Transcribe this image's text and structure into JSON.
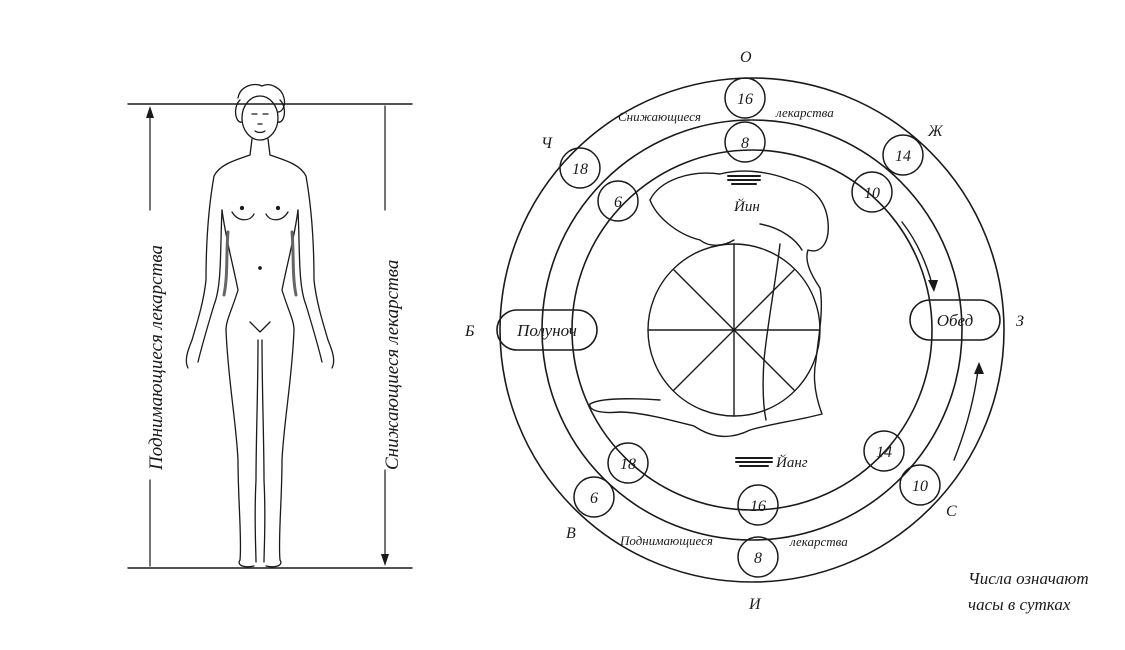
{
  "left_figure": {
    "rising_label": "Поднимающиеся  лекарства",
    "falling_label": "Снижающиеся лекарства"
  },
  "clock": {
    "cardinal": {
      "top": "О",
      "top_right": "Ж",
      "top_left": "Ч",
      "left": "Б",
      "right": "З",
      "bottom_right": "С",
      "bottom_left": "В",
      "bottom": "И"
    },
    "ring_text_top_left": "Снижающиеся",
    "ring_text_top_right": "лекарства",
    "ring_text_bottom_left": "Поднимающиеся",
    "ring_text_bottom_right": "лекарства",
    "yin": "Йин",
    "yang": "Йанг",
    "midnight": "Полуноч",
    "lunch": "Обед",
    "hours": {
      "top_outer": "16",
      "top_inner": "8",
      "upper_left_outer": "18",
      "upper_left_inner": "6",
      "upper_right_outer": "14",
      "upper_right_inner": "10",
      "lower_left_inner": "18",
      "lower_left_outer": "6",
      "lower_right_inner": "14",
      "lower_right_outer": "10",
      "bottom_inner": "16",
      "bottom_outer": "8"
    }
  },
  "note": {
    "line1": "Числа означают",
    "line2": "часы в сутках"
  }
}
